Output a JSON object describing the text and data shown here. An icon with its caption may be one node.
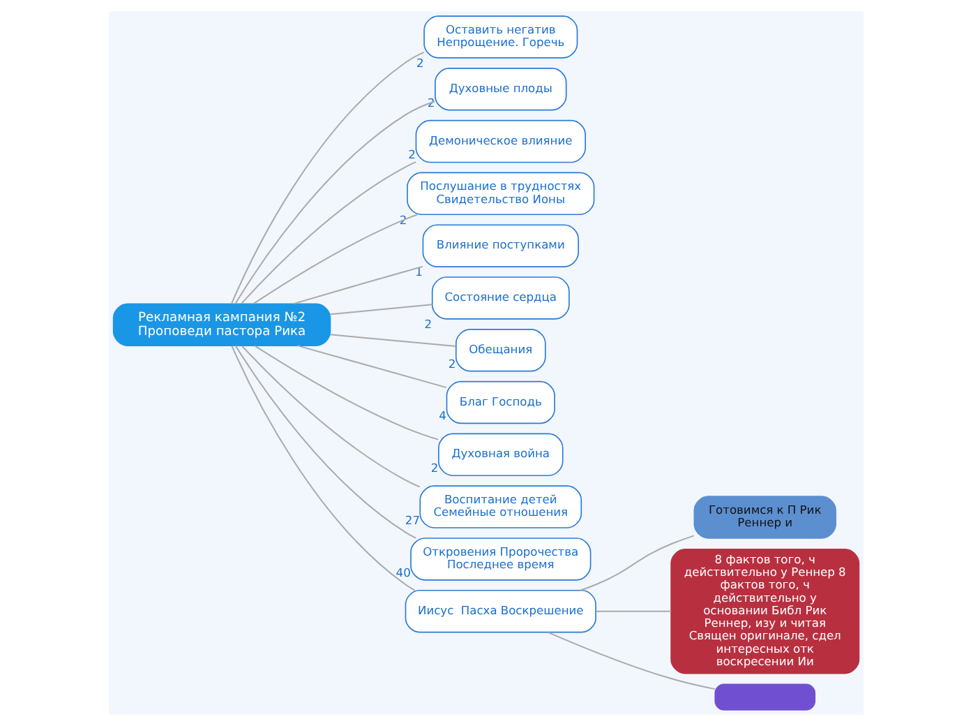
{
  "diagram": {
    "nodes": [
      {
        "text": [
          "Рекламная кампания №2 Проповеди пастора Рика"
        ]
      },
      {
        "text": [
          "Оставить негатив Непрощение. Горечь"
        ],
        "beside": [
          "2"
        ]
      },
      {
        "text": [
          "Духовные плоды"
        ],
        "beside": [
          "2"
        ]
      },
      {
        "text": [
          "Демоническое влияние"
        ],
        "beside": [
          "2"
        ]
      },
      {
        "text": [
          "Послушание в трудностях Свидетельство Ионы"
        ],
        "beside": [
          "2"
        ]
      },
      {
        "text": [
          "Влияние поступками"
        ],
        "beside": [
          "1"
        ]
      },
      {
        "text": [
          "Состояние сердца"
        ],
        "beside": [
          "2"
        ]
      },
      {
        "text": [
          "Обещания"
        ],
        "beside": [
          "2"
        ]
      },
      {
        "text": [
          "Благ Господь"
        ],
        "beside": [
          "4"
        ]
      },
      {
        "text": [
          "Духовная война"
        ],
        "beside": [
          "2"
        ]
      },
      {
        "text": [
          "Воспитание детей Семейные отношения"
        ],
        "beside": [
          "27"
        ]
      },
      {
        "text": [
          "Откровения Пророчества Последнее время"
        ],
        "beside": [
          "40"
        ]
      },
      {
        "text": [
          "Иисус  Пасха Воскрешение"
        ]
      },
      {
        "text": [
          "Готовимся к П Рик  Реннер и"
        ]
      },
      {
        "text": [
          "8 фактов того, ч действительно у Реннер 8 фактов того, ч действительно у основании Библ Рик Реннер, изу и читая Священ оригинале, сдел интересных отк воскресении Ии"
        ]
      },
      {
        "text": [],
        "shape": "box"
      }
    ],
    "edges": [
      {
        "from": 0,
        "to": 1,
        "arrow": "none"
      },
      {
        "from": 0,
        "to": 2,
        "arrow": "none"
      },
      {
        "from": 0,
        "to": 3,
        "arrow": "none"
      },
      {
        "from": 0,
        "to": 4,
        "arrow": "none"
      },
      {
        "from": 0,
        "to": 5,
        "arrow": "none"
      },
      {
        "from": 0,
        "to": 6,
        "arrow": "none"
      },
      {
        "from": 0,
        "to": 7,
        "arrow": "none"
      },
      {
        "from": 0,
        "to": 8,
        "arrow": "none"
      },
      {
        "from": 0,
        "to": 9,
        "arrow": "none"
      },
      {
        "from": 0,
        "to": 10,
        "arrow": "none"
      },
      {
        "from": 0,
        "to": 11,
        "arrow": "none"
      },
      {
        "from": 0,
        "to": 12,
        "arrow": "none"
      },
      {
        "from": 12,
        "to": 13,
        "arrow": "none"
      },
      {
        "from": 12,
        "to": 14,
        "arrow": "none"
      },
      {
        "from": 12,
        "to": 15,
        "arrow": "none"
      }
    ]
  }
}
